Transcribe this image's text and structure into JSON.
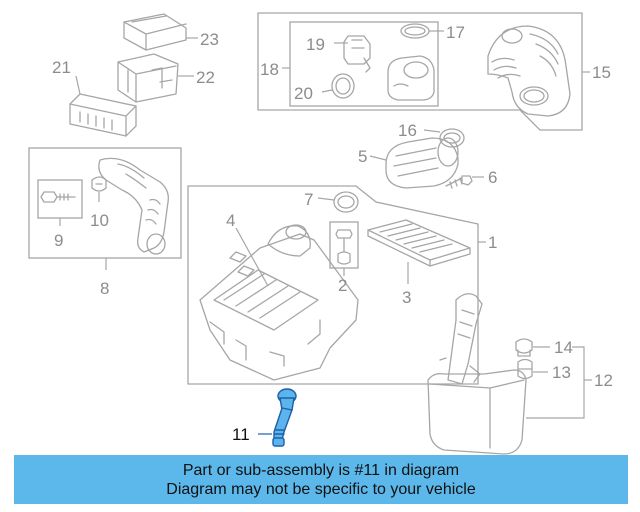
{
  "callouts": {
    "c1": "1",
    "c2": "2",
    "c3": "3",
    "c4": "4",
    "c5": "5",
    "c6": "6",
    "c7": "7",
    "c8": "8",
    "c9": "9",
    "c10": "10",
    "c11": "11",
    "c12": "12",
    "c13": "13",
    "c14": "14",
    "c15": "15",
    "c16": "16",
    "c17": "17",
    "c18": "18",
    "c19": "19",
    "c20": "20",
    "c21": "21",
    "c22": "22",
    "c23": "23"
  },
  "highlighted_part": "11",
  "banner": {
    "line1": "Part or sub-assembly is #11 in diagram",
    "line2": "Diagram may not be specific to your vehicle"
  },
  "colors": {
    "banner_bg": "#5cb8eb",
    "part_outline": "#a6a6a6",
    "highlight_fill": "#5bb4ec",
    "highlight_stroke": "#1e5ea8"
  }
}
